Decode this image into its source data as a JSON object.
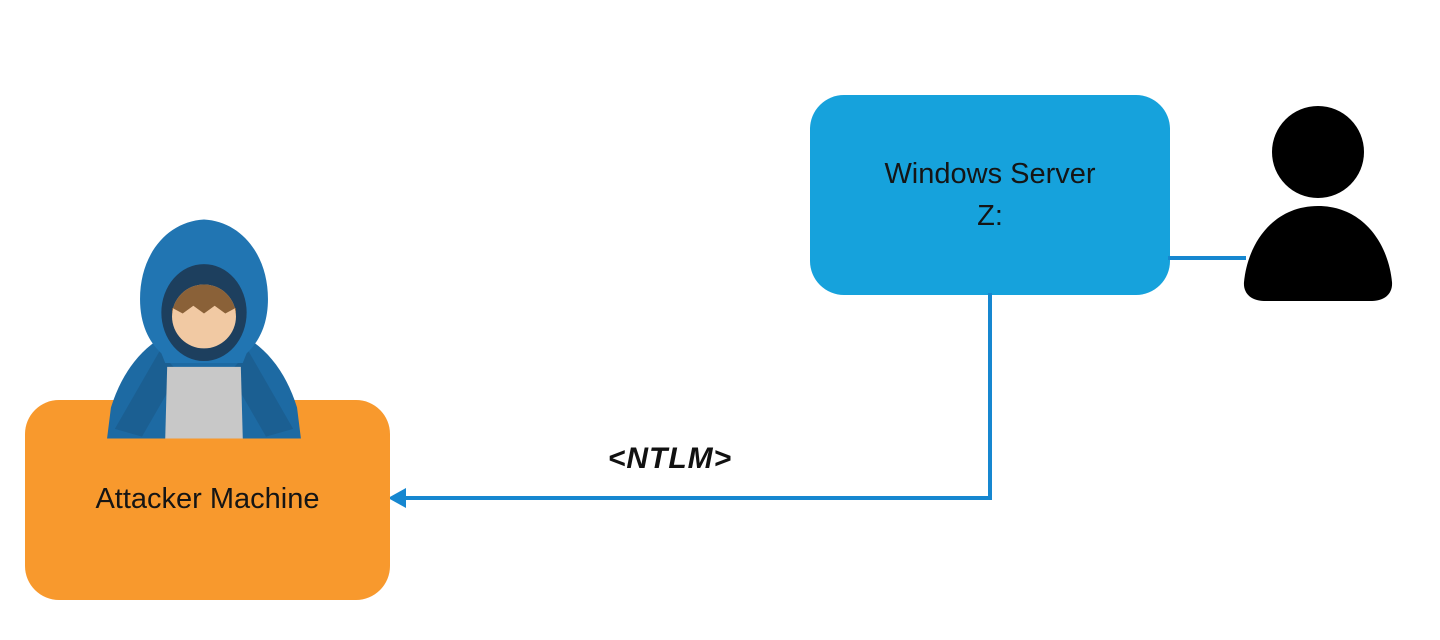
{
  "diagram": {
    "server_box": {
      "line1": "Windows Server",
      "line2": "Z:"
    },
    "attacker_box": {
      "label": "Attacker Machine"
    },
    "flow": {
      "label": "<NTLM>"
    },
    "icons": {
      "attacker": "hacker-icon",
      "user": "user-icon"
    },
    "colors": {
      "server_blue": "#16a2dc",
      "attacker_orange": "#f8992d",
      "line_blue": "#1687d0",
      "text_dark": "#151515",
      "user_icon_black": "#000000",
      "hood_blue": "#2175b2",
      "body_blue": "#1d6aa3",
      "face_tan": "#f1c9a3",
      "hair_brown": "#8a6138",
      "laptop_gray": "#c8c8c8"
    }
  }
}
